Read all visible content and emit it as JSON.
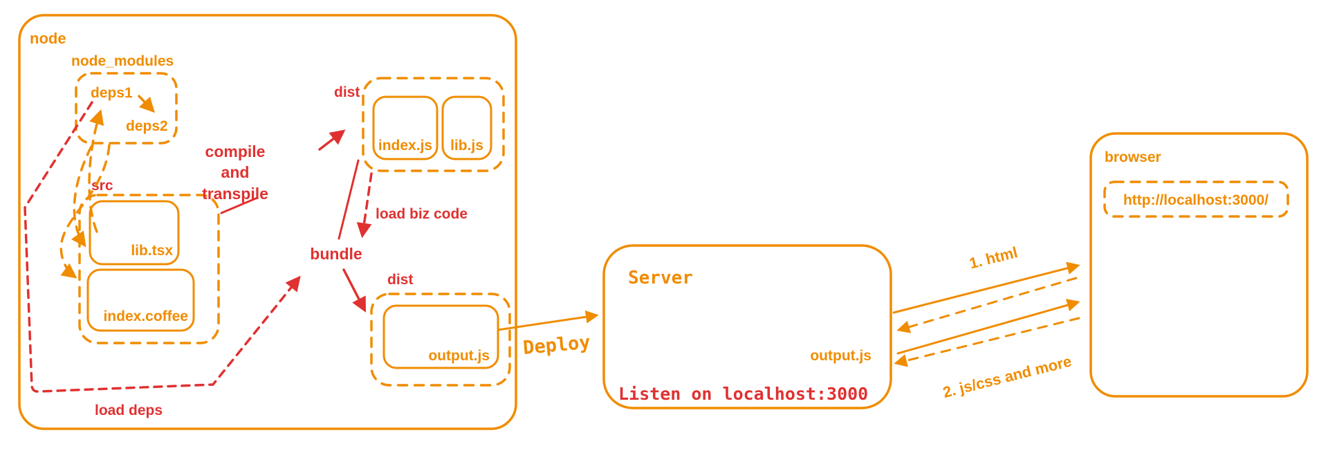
{
  "colors": {
    "orange": "#f08c00",
    "red": "#e03131",
    "background": "#ffffff"
  },
  "node_container": {
    "label": "node",
    "node_modules": {
      "label": "node_modules",
      "deps1": "deps1",
      "deps2": "deps2"
    },
    "src": {
      "label": "src",
      "files": [
        {
          "label": "lib.tsx"
        },
        {
          "label": "index.coffee"
        }
      ]
    },
    "dist_top": {
      "label": "dist",
      "files": [
        {
          "label": "index.js"
        },
        {
          "label": "lib.js"
        }
      ]
    },
    "dist_bottom": {
      "label": "dist",
      "files": [
        {
          "label": "output.js"
        }
      ]
    },
    "annotations": {
      "compile_lines": [
        "compile",
        "and",
        "transpile"
      ],
      "load_biz_code": "load biz code",
      "bundle": "bundle",
      "load_deps": "load deps"
    }
  },
  "deploy": {
    "label": "Deploy"
  },
  "server": {
    "label": "Server",
    "file_label": "output.js",
    "status": "Listen on localhost:3000"
  },
  "network": {
    "response1": "1. html",
    "response2": "2. js/css and more"
  },
  "browser": {
    "label": "browser",
    "url": "http://localhost:3000/"
  }
}
